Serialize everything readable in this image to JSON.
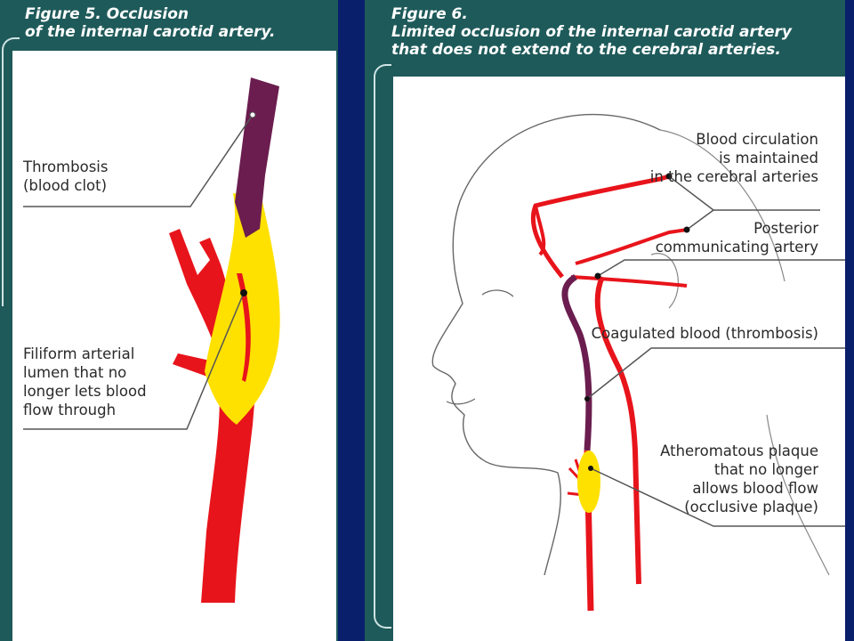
{
  "figure5": {
    "title": "Figure 5. Occlusion\nof the internal carotid artery.",
    "labels": {
      "thrombosis": "Thrombosis\n(blood clot)",
      "filiform": "Filiform arterial\nlumen that no\nlonger lets blood\nflow through"
    }
  },
  "figure6": {
    "title": "Figure 6.\nLimited occlusion of the internal carotid artery\nthat does not extend to the cerebral arteries.",
    "labels": {
      "circulation": "Blood circulation\nis maintained\nin the cerebral arteries",
      "posterior": "Posterior\ncommunicating artery",
      "coagulated": "Coagulated blood (thrombosis)",
      "plaque": "Atheromatous plaque\nthat no longer\nallows blood flow\n(occlusive plaque)"
    }
  },
  "colors": {
    "artery": "#e8141b",
    "clot": "#6b1d4f",
    "plaque": "#ffe100",
    "panel": "#1f5a5a",
    "background": "#0a1f6b"
  }
}
